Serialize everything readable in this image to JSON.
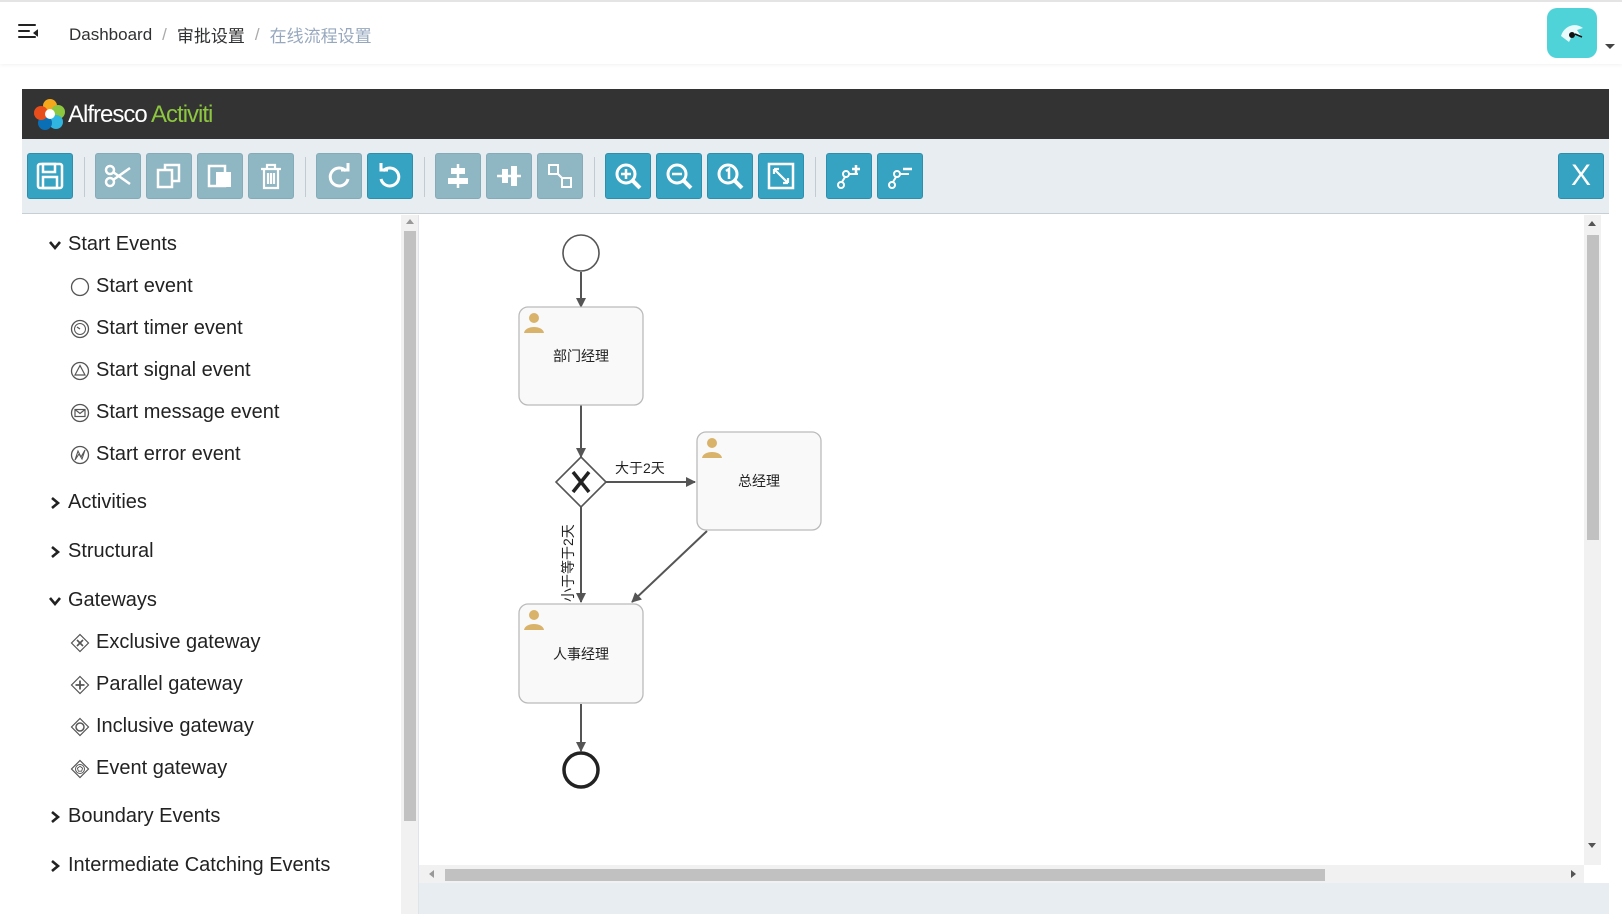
{
  "header": {
    "breadcrumb": [
      "Dashboard",
      "审批设置",
      "在线流程设置"
    ],
    "separator": "/"
  },
  "brand": {
    "part1": "Alfresco",
    "part2": "Activiti"
  },
  "toolbar": {
    "groups": [
      [
        "save-icon"
      ],
      [
        "cut-icon",
        "copy-icon",
        "paste-icon",
        "delete-icon"
      ],
      [
        "redo-icon",
        "undo-icon"
      ],
      [
        "align-vertical-icon",
        "align-horizontal-icon",
        "same-size-icon"
      ],
      [
        "zoom-in-icon",
        "zoom-out-icon",
        "zoom-actual-icon",
        "zoom-fit-icon"
      ],
      [
        "add-bendpoint-icon",
        "remove-bendpoint-icon"
      ]
    ],
    "close_label": "X"
  },
  "palette": {
    "start_events": "Start Events",
    "start_items": [
      "Start event",
      "Start timer event",
      "Start signal event",
      "Start message event",
      "Start error event"
    ],
    "activities": "Activities",
    "structural": "Structural",
    "gateways": "Gateways",
    "gateway_items": [
      "Exclusive gateway",
      "Parallel gateway",
      "Inclusive gateway",
      "Event gateway"
    ],
    "boundary_events": "Boundary Events",
    "intermediate_catching": "Intermediate Catching Events"
  },
  "diagram": {
    "tasks": [
      "部门经理",
      "总经理",
      "人事经理"
    ],
    "flow_labels": [
      "大于2天",
      "小于等于2天"
    ]
  }
}
